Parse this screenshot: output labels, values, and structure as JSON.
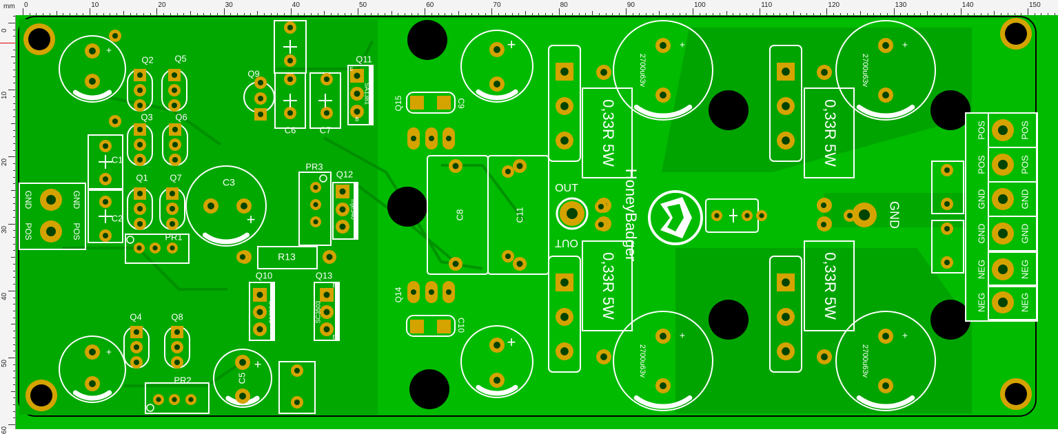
{
  "ruler": {
    "unit": "mm",
    "h_labels": [
      "0",
      "10",
      "20",
      "30",
      "40",
      "50",
      "60",
      "70",
      "80",
      "90",
      "100",
      "110",
      "120",
      "130",
      "140",
      "150"
    ],
    "v_labels": [
      "0",
      "10",
      "20",
      "30",
      "40",
      "50",
      "60"
    ]
  },
  "colors": {
    "board": "#00bb00",
    "board_dark": "#009a00",
    "pad": "#d4a300",
    "hole": "#004400",
    "silk": "#ffffff",
    "black": "#000000"
  },
  "silk": {
    "brand": "HoneyBadger",
    "out_top": "OUT",
    "out_bottom": "OUT",
    "gnd": "GND",
    "resistor_value": "0,33R 5W",
    "cap_value": "2700u63v",
    "pos": "POS",
    "neg": "NEG",
    "conn_gnd": "GND",
    "conn_pos": "POS",
    "r13": "R13",
    "pr1": "PR1",
    "pr2": "PR2",
    "pr3": "PR3",
    "q1": "Q1",
    "q2": "Q2",
    "q3": "Q3",
    "q4": "Q4",
    "q5": "Q5",
    "q6": "Q6",
    "q7": "Q7",
    "q8": "Q8",
    "q9": "Q9",
    "q10": "Q10",
    "q11": "Q11",
    "q12": "Q12",
    "q13": "Q13",
    "q14": "Q14",
    "q15": "Q15",
    "c1": "C1",
    "c2": "C2",
    "c3": "C3",
    "c5": "C5",
    "c6": "C6",
    "c7": "C7",
    "c8": "C8",
    "c9": "C9",
    "c10": "C10",
    "c11": "C11",
    "sc3503": "SC3503",
    "sa1381": "SA1381",
    "mje340": "mje340",
    "plus": "+",
    "pin_e": "E",
    "pin_b": "B"
  }
}
